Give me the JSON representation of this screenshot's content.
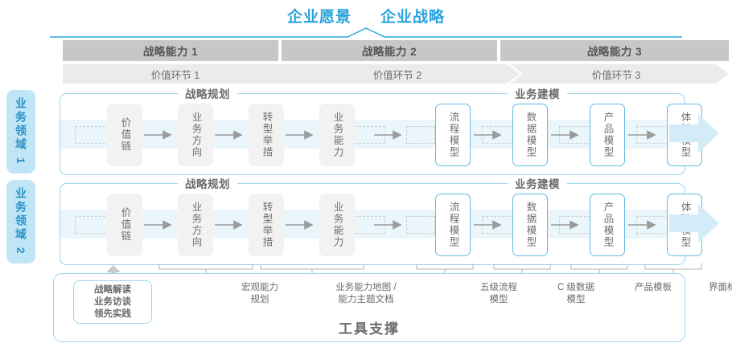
{
  "header": {
    "vision": "企业愿景",
    "strategy": "企业战略"
  },
  "capabilities": [
    {
      "label": "战略能力 1"
    },
    {
      "label": "战略能力 2"
    },
    {
      "label": "战略能力 3"
    }
  ],
  "value_links": [
    {
      "label": "价值环节 1"
    },
    {
      "label": "价值环节 2"
    },
    {
      "label": "价值环节 3"
    }
  ],
  "domains": [
    {
      "label": "业务领域 1"
    },
    {
      "label": "业务领域 2"
    }
  ],
  "sections": {
    "planning": "战略规划",
    "modeling": "业务建模"
  },
  "row1": {
    "planning_nodes": [
      {
        "label": "价值链"
      },
      {
        "label": "业务方向"
      },
      {
        "label": "转型举措"
      },
      {
        "label": "业务能力"
      }
    ],
    "modeling_nodes": [
      {
        "label": "流程模型"
      },
      {
        "label": "数据模型"
      },
      {
        "label": "产品模型"
      },
      {
        "label": "体验模型"
      }
    ]
  },
  "row2": {
    "planning_nodes": [
      {
        "label": "价值链"
      },
      {
        "label": "业务方向"
      },
      {
        "label": "转型举措"
      },
      {
        "label": "业务能力"
      }
    ],
    "modeling_nodes": [
      {
        "label": "流程模型"
      },
      {
        "label": "数据模型"
      },
      {
        "label": "产品模型"
      },
      {
        "label": "体验模型"
      }
    ]
  },
  "tools": {
    "title": "工具支撑",
    "note": [
      "战略解读",
      "业务访谈",
      "领先实践"
    ],
    "labels": [
      {
        "line1": "宏观能力",
        "line2": "规划"
      },
      {
        "line1": "业务能力地图 /",
        "line2": "能力主题文档"
      },
      {
        "line1": "五级流程",
        "line2": "模型"
      },
      {
        "line1": "C 级数据",
        "line2": "模型"
      },
      {
        "line1": "产品模板",
        "line2": ""
      },
      {
        "line1": "界面标准",
        "line2": ""
      }
    ]
  },
  "colors": {
    "accent_blue": "#2aa4dc",
    "light_blue": "#bfe5f7",
    "band_blue": "#eaf6fc",
    "node_blue_border": "#62b9e3",
    "grey_bar": "#c7c7c7",
    "light_grey_bar": "#ebebeb",
    "text_grey": "#6b6b6b"
  }
}
